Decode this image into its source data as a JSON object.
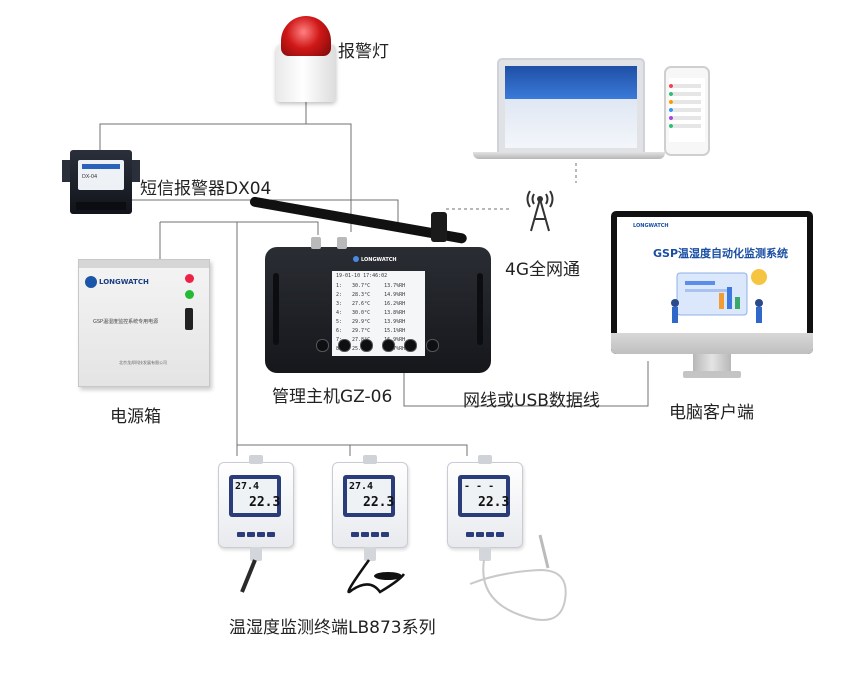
{
  "labels": {
    "alarm_light": "报警灯",
    "sms_alarm": "短信报警器DX04",
    "power_box": "电源箱",
    "host": "管理主机GZ-06",
    "network_4g": "4G全网通",
    "cable": "网线或USB数据线",
    "pc_client": "电脑客户端",
    "terminals": "温湿度监测终端LB873系列"
  },
  "monitor": {
    "title": "GSP温湿度自动化监测系统",
    "brand": "LONGWATCH"
  },
  "host_device": {
    "brand": "LONGWATCH",
    "screen_header": "19-01-10 17:46:02",
    "rows": [
      {
        "id": "1:",
        "t": "30.7°C",
        "h": "13.7%RH"
      },
      {
        "id": "2:",
        "t": "28.3°C",
        "h": "14.9%RH"
      },
      {
        "id": "3:",
        "t": "27.6°C",
        "h": "16.2%RH"
      },
      {
        "id": "4:",
        "t": "30.0°C",
        "h": "13.8%RH"
      },
      {
        "id": "5:",
        "t": "29.9°C",
        "h": "13.9%RH"
      },
      {
        "id": "6:",
        "t": "29.7°C",
        "h": "15.1%RH"
      },
      {
        "id": "7:",
        "t": "27.8°C",
        "h": "16.9%RH"
      },
      {
        "id": "8:",
        "t": "25.0°C",
        "h": "18.7%RH"
      }
    ]
  },
  "power_device": {
    "brand": "LONGWATCH",
    "plate_title": "GSP温湿度监控系统专用电源",
    "plate_footer": "北京龙邦科技发展有限公司"
  },
  "sms_device": {
    "brand": "DX-04"
  },
  "terminals": [
    {
      "top": "27.4",
      "bottom": "22.3"
    },
    {
      "top": "27.4",
      "bottom": "22.3"
    },
    {
      "top": "- - -",
      "bottom": "22.3"
    }
  ],
  "colors": {
    "brand_blue": "#1a4ea3",
    "wire": "#6f6f6f",
    "alarm_red": "#d01818"
  }
}
